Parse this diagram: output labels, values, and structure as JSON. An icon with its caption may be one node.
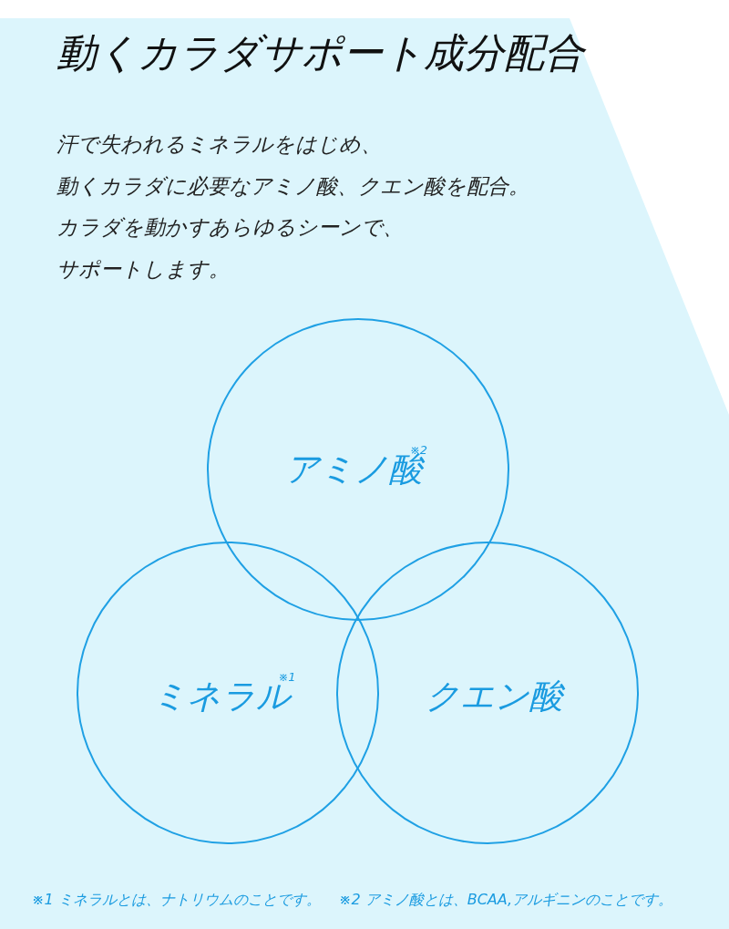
{
  "diagram": {
    "title": "動くカラダサポート成分配合",
    "nodes": [
      {
        "text": [
          "アミノ酸$^{※2}$"
        ]
      },
      {
        "text": [
          "ミネラル$^{※1}$"
        ]
      },
      {
        "text": [
          "クエン酸"
        ]
      }
    ],
    "labels": [
      "汗で失われるミネラルをはじめ、動くカラダに必要なアミノ酸、クエン酸を配合。カラダを動かすあらゆるシーンで、サポートします。",
      "※1 ミネラルとは、ナトリウムのことです。",
      "※2 アミノ酸とは、BCAA,アルギニンのことです。"
    ]
  }
}
